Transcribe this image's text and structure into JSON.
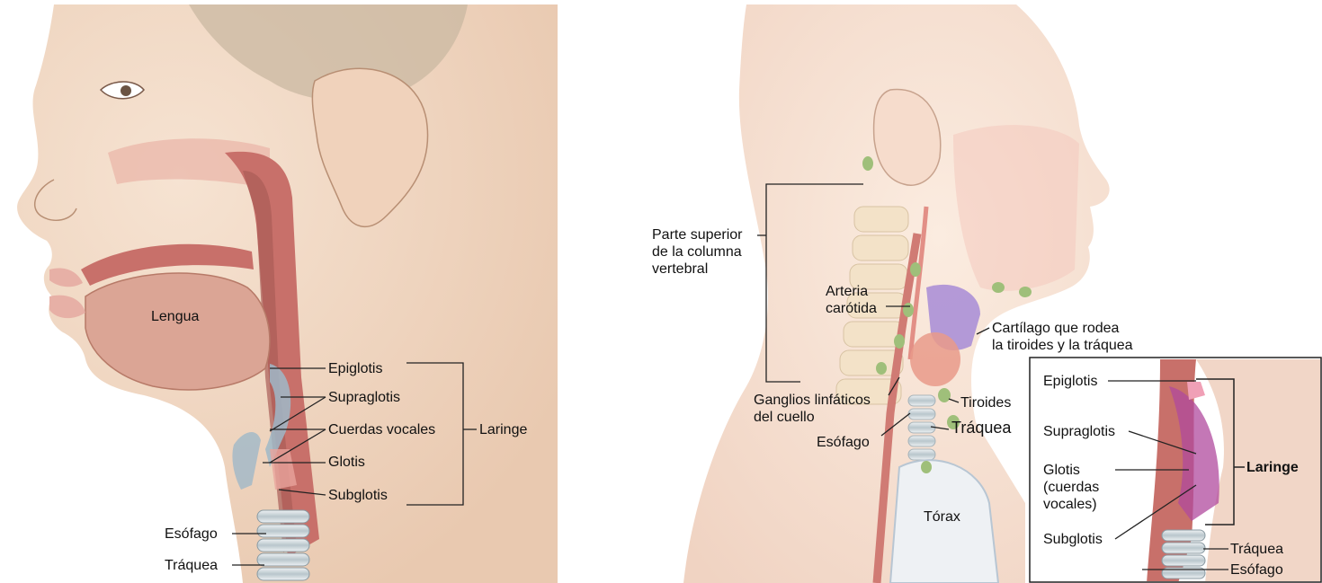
{
  "left_panel": {
    "labels": {
      "tongue": "Lengua",
      "epiglottis": "Epiglotis",
      "supraglottis": "Supraglotis",
      "vocal_cords": "Cuerdas vocales",
      "glottis": "Glotis",
      "subglottis": "Subglotis",
      "larynx": "Laringe",
      "esophagus": "Esófago",
      "trachea": "Tráquea"
    }
  },
  "right_panel": {
    "labels": {
      "upper_spine": "Parte superior\nde la columna\nvertebral",
      "carotid_artery": "Arteria\ncarótida",
      "cartilage": "Cartílago que rodea\nla tiroides y la tráquea",
      "lymph_nodes": "Ganglios linfáticos\ndel cuello",
      "thyroid": "Tiroides",
      "trachea": "Tráquea",
      "esophagus": "Esófago",
      "thorax": "Tórax"
    },
    "inset": {
      "epiglottis": "Epiglotis",
      "supraglottis": "Supraglotis",
      "glottis": "Glotis\n(cuerdas\nvocales)",
      "subglottis": "Subglotis",
      "larynx": "Laringe",
      "trachea": "Tráquea",
      "esophagus": "Esófago"
    }
  },
  "colors": {
    "skin": "#f3dcc8",
    "throat": "#c8706a",
    "tongue": "#dba595",
    "cartilage": "#a78bd6",
    "lymph": "#9fbf7a",
    "thyroid": "#e99a8a"
  }
}
